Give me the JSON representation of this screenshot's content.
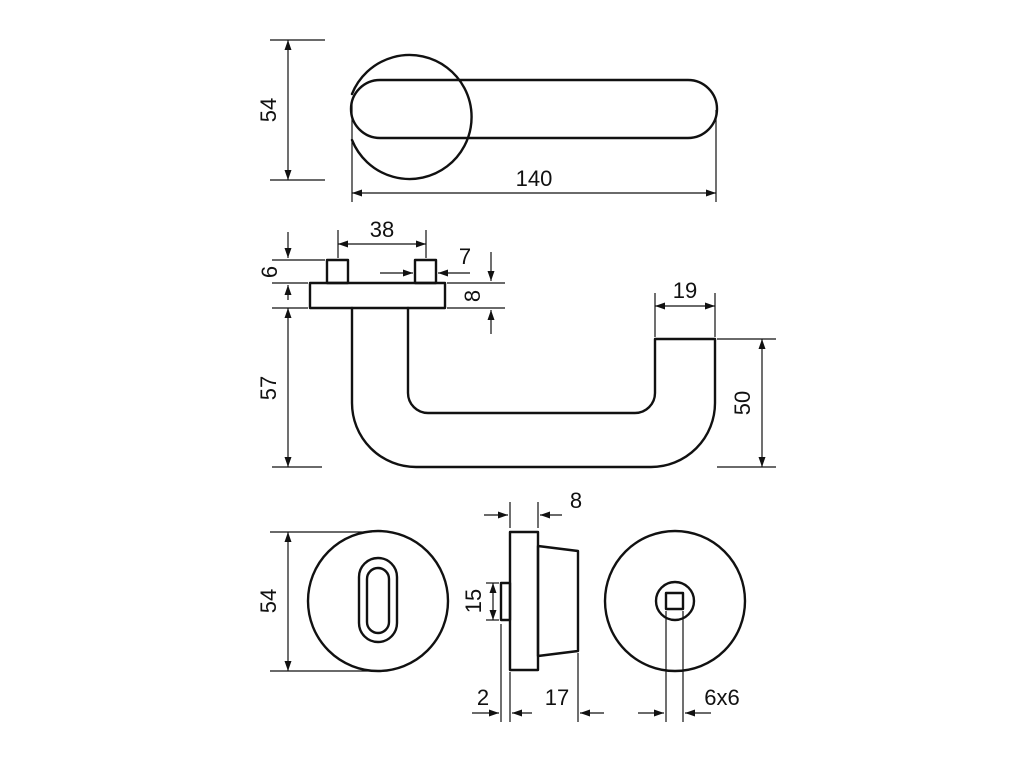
{
  "dimensions": {
    "top_rose_diameter": "54",
    "lever_length": "140",
    "spindle_spacing": "38",
    "pin_height": "6",
    "pin_width": "7",
    "plate_thickness": "8",
    "lever_grip_width": "19",
    "lever_projection": "57",
    "lever_end_height": "50",
    "escutcheon_diameter": "54",
    "escutcheon_plate_thickness": "8",
    "escutcheon_slot": "15",
    "escutcheon_step": "2",
    "escutcheon_depth": "17",
    "spindle_square": "6x6"
  },
  "colors": {
    "line": "#111111",
    "background": "#ffffff"
  }
}
